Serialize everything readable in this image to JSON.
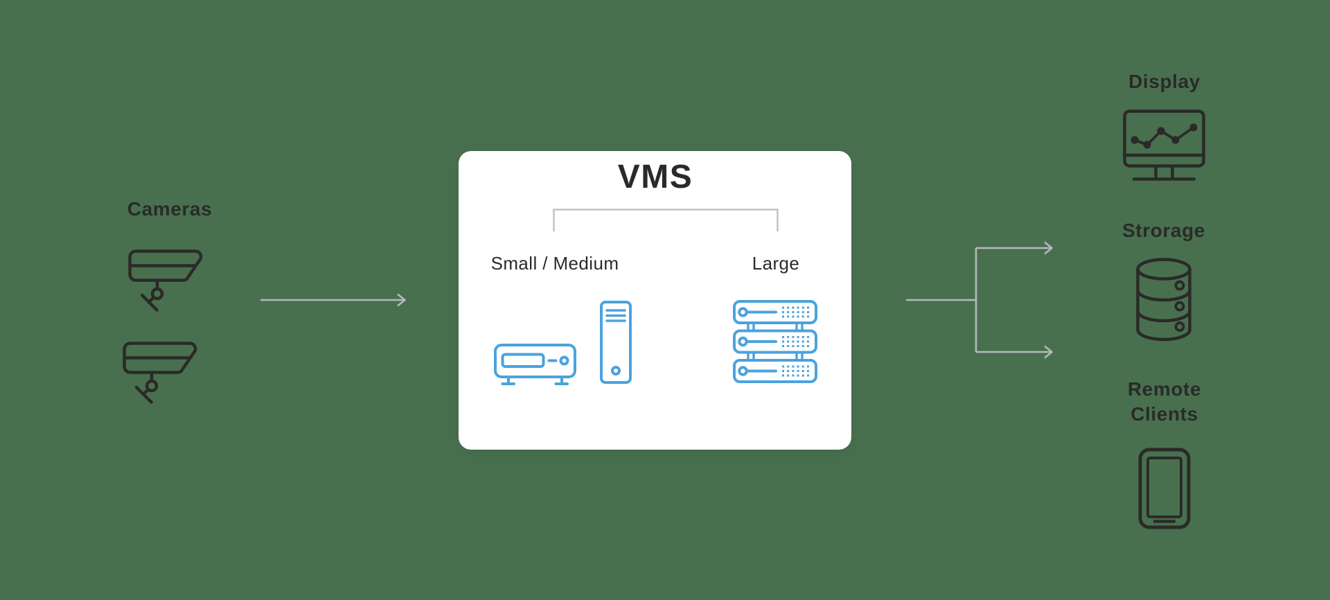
{
  "colors": {
    "background": "#48704f",
    "ink": "#2b2a28",
    "blue": "#4aa3dd",
    "arrow": "#b9b9b9",
    "bracket": "#c3c3c3",
    "card_bg": "#ffffff"
  },
  "left": {
    "label": "Cameras",
    "icons": [
      "cctv-camera",
      "cctv-camera"
    ]
  },
  "card": {
    "title": "VMS",
    "groups": [
      {
        "label": "Small / Medium",
        "icons": [
          "nvr-recorder",
          "tower-server"
        ]
      },
      {
        "label": "Large",
        "icons": [
          "server-rack"
        ]
      }
    ]
  },
  "right": {
    "items": [
      {
        "label": "Display",
        "icon": "monitor-chart"
      },
      {
        "label": "Strorage",
        "icon": "database"
      },
      {
        "label": "Remote Clients",
        "icon": "smartphone"
      }
    ]
  }
}
